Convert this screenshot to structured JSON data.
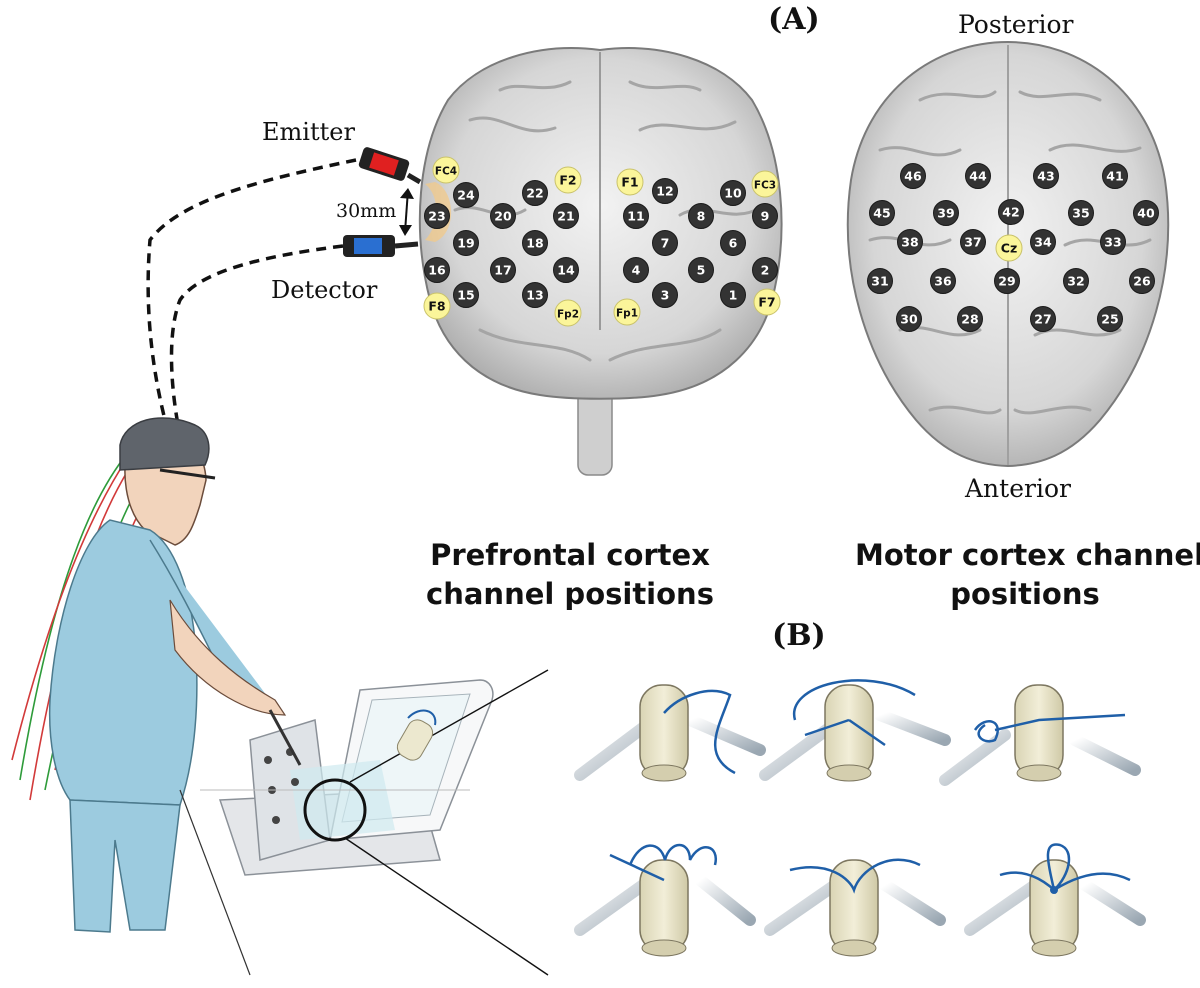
{
  "panel_labels": {
    "a": "(A)",
    "b": "(B)"
  },
  "orientation": {
    "top": "Posterior",
    "bottom": "Anterior"
  },
  "probe": {
    "emitter": "Emitter",
    "detector": "Detector",
    "distance": "30mm"
  },
  "captions": {
    "prefrontal_line1": "Prefrontal cortex",
    "prefrontal_line2": "channel positions",
    "motor_line1": "Motor cortex channel",
    "motor_line2": "positions"
  },
  "colors": {
    "channel": "#333333",
    "reference": "#fbf59a",
    "brain": "#d9d9d9",
    "scrubs": "#9ccbdf",
    "suture": "#1f5fa8",
    "tissue": "#ece8cf",
    "emitter": "#e02020",
    "detector": "#2a6fd1"
  },
  "prefrontal_channels": [
    {
      "id": "ch-24",
      "label": "24",
      "ref": false
    },
    {
      "id": "ch-22",
      "label": "22",
      "ref": false
    },
    {
      "id": "ch-12",
      "label": "12",
      "ref": false
    },
    {
      "id": "ch-10",
      "label": "10",
      "ref": false
    },
    {
      "id": "ch-23",
      "label": "23",
      "ref": false
    },
    {
      "id": "ch-20",
      "label": "20",
      "ref": false
    },
    {
      "id": "ch-21",
      "label": "21",
      "ref": false
    },
    {
      "id": "ch-11",
      "label": "11",
      "ref": false
    },
    {
      "id": "ch-8",
      "label": "8",
      "ref": false
    },
    {
      "id": "ch-9",
      "label": "9",
      "ref": false
    },
    {
      "id": "ch-19",
      "label": "19",
      "ref": false
    },
    {
      "id": "ch-18",
      "label": "18",
      "ref": false
    },
    {
      "id": "ch-7",
      "label": "7",
      "ref": false
    },
    {
      "id": "ch-6",
      "label": "6",
      "ref": false
    },
    {
      "id": "ch-16",
      "label": "16",
      "ref": false
    },
    {
      "id": "ch-17",
      "label": "17",
      "ref": false
    },
    {
      "id": "ch-14",
      "label": "14",
      "ref": false
    },
    {
      "id": "ch-4",
      "label": "4",
      "ref": false
    },
    {
      "id": "ch-5",
      "label": "5",
      "ref": false
    },
    {
      "id": "ch-2",
      "label": "2",
      "ref": false
    },
    {
      "id": "ch-15",
      "label": "15",
      "ref": false
    },
    {
      "id": "ch-13",
      "label": "13",
      "ref": false
    },
    {
      "id": "ch-3",
      "label": "3",
      "ref": false
    },
    {
      "id": "ch-1",
      "label": "1",
      "ref": false
    },
    {
      "id": "ref-fc4",
      "label": "FC4",
      "ref": true
    },
    {
      "id": "ref-f2",
      "label": "F2",
      "ref": true
    },
    {
      "id": "ref-f1",
      "label": "F1",
      "ref": true
    },
    {
      "id": "ref-fc3",
      "label": "FC3",
      "ref": true
    },
    {
      "id": "ref-f8",
      "label": "F8",
      "ref": true
    },
    {
      "id": "ref-fp2",
      "label": "Fp2",
      "ref": true
    },
    {
      "id": "ref-fp1",
      "label": "Fp1",
      "ref": true
    },
    {
      "id": "ref-f7",
      "label": "F7",
      "ref": true
    }
  ],
  "motor_channels": [
    {
      "id": "ch-46",
      "label": "46",
      "ref": false
    },
    {
      "id": "ch-44",
      "label": "44",
      "ref": false
    },
    {
      "id": "ch-43",
      "label": "43",
      "ref": false
    },
    {
      "id": "ch-41",
      "label": "41",
      "ref": false
    },
    {
      "id": "ch-45",
      "label": "45",
      "ref": false
    },
    {
      "id": "ch-39",
      "label": "39",
      "ref": false
    },
    {
      "id": "ch-42",
      "label": "42",
      "ref": false
    },
    {
      "id": "ch-35",
      "label": "35",
      "ref": false
    },
    {
      "id": "ch-40",
      "label": "40",
      "ref": false
    },
    {
      "id": "ch-38",
      "label": "38",
      "ref": false
    },
    {
      "id": "ch-37",
      "label": "37",
      "ref": false
    },
    {
      "id": "ref-cz",
      "label": "Cz",
      "ref": true
    },
    {
      "id": "ch-34",
      "label": "34",
      "ref": false
    },
    {
      "id": "ch-33",
      "label": "33",
      "ref": false
    },
    {
      "id": "ch-31",
      "label": "31",
      "ref": false
    },
    {
      "id": "ch-36",
      "label": "36",
      "ref": false
    },
    {
      "id": "ch-29",
      "label": "29",
      "ref": false
    },
    {
      "id": "ch-32",
      "label": "32",
      "ref": false
    },
    {
      "id": "ch-26",
      "label": "26",
      "ref": false
    },
    {
      "id": "ch-30",
      "label": "30",
      "ref": false
    },
    {
      "id": "ch-28",
      "label": "28",
      "ref": false
    },
    {
      "id": "ch-27",
      "label": "27",
      "ref": false
    },
    {
      "id": "ch-25",
      "label": "25",
      "ref": false
    }
  ]
}
